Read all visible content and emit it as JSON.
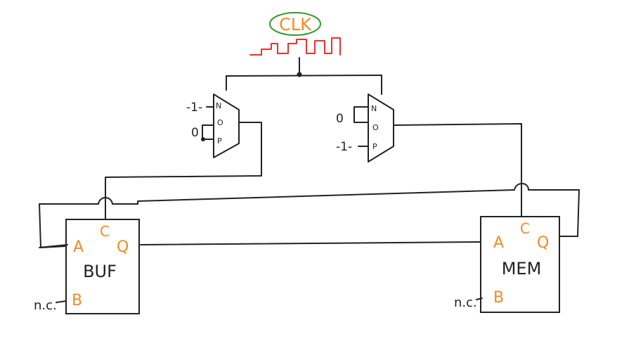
{
  "colors": {
    "ink": "#222222",
    "port": "#f5891f",
    "clock_ring": "#2e9a2e",
    "clock_text": "#f5891f",
    "clock_wave": "#e8332b"
  },
  "clock": {
    "label": "CLK"
  },
  "mux_left": {
    "inputs": [
      "-1-",
      "0"
    ],
    "pins": [
      "N",
      "O",
      "P"
    ]
  },
  "mux_right": {
    "inputs": [
      "0",
      "-1-"
    ],
    "pins": [
      "N",
      "O",
      "P"
    ]
  },
  "buf": {
    "name": "BUF",
    "ports": {
      "a": "A",
      "c": "C",
      "q": "Q",
      "b": "B"
    },
    "nc_label": "n.c."
  },
  "mem": {
    "name": "MEM",
    "ports": {
      "a": "A",
      "c": "C",
      "q": "Q",
      "b": "B"
    },
    "nc_label": "n.c."
  }
}
